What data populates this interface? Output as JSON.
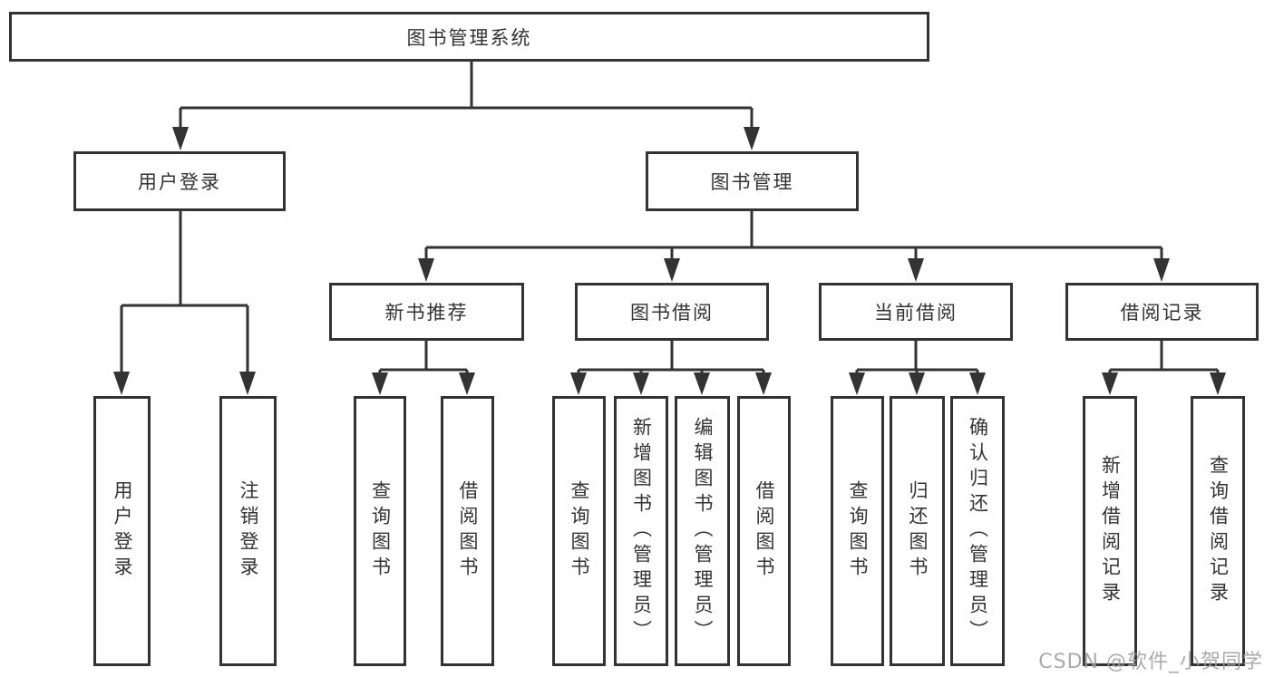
{
  "diagram": {
    "root": {
      "label": "图书管理系统",
      "children": [
        {
          "label": "用户登录",
          "children": [
            {
              "label": "用户登录"
            },
            {
              "label": "注销登录"
            }
          ]
        },
        {
          "label": "图书管理",
          "children": [
            {
              "label": "新书推荐",
              "children": [
                {
                  "label": "查询图书"
                },
                {
                  "label": "借阅图书"
                }
              ]
            },
            {
              "label": "图书借阅",
              "children": [
                {
                  "label": "查询图书"
                },
                {
                  "label": "新增图书（管理员）"
                },
                {
                  "label": "编辑图书（管理员）"
                },
                {
                  "label": "借阅图书"
                }
              ]
            },
            {
              "label": "当前借阅",
              "children": [
                {
                  "label": "查询图书"
                },
                {
                  "label": "归还图书"
                },
                {
                  "label": "确认归还（管理员）"
                }
              ]
            },
            {
              "label": "借阅记录",
              "children": [
                {
                  "label": "新增借阅记录"
                },
                {
                  "label": "查询借阅记录"
                }
              ]
            }
          ]
        }
      ]
    }
  },
  "watermark": {
    "text": "CSDN @软件_小贺同学"
  },
  "colors": {
    "line": "#333333",
    "text": "#333333",
    "box_background": "#ffffff",
    "watermark": "#9e9e9e",
    "page_background": "#ffffff"
  }
}
